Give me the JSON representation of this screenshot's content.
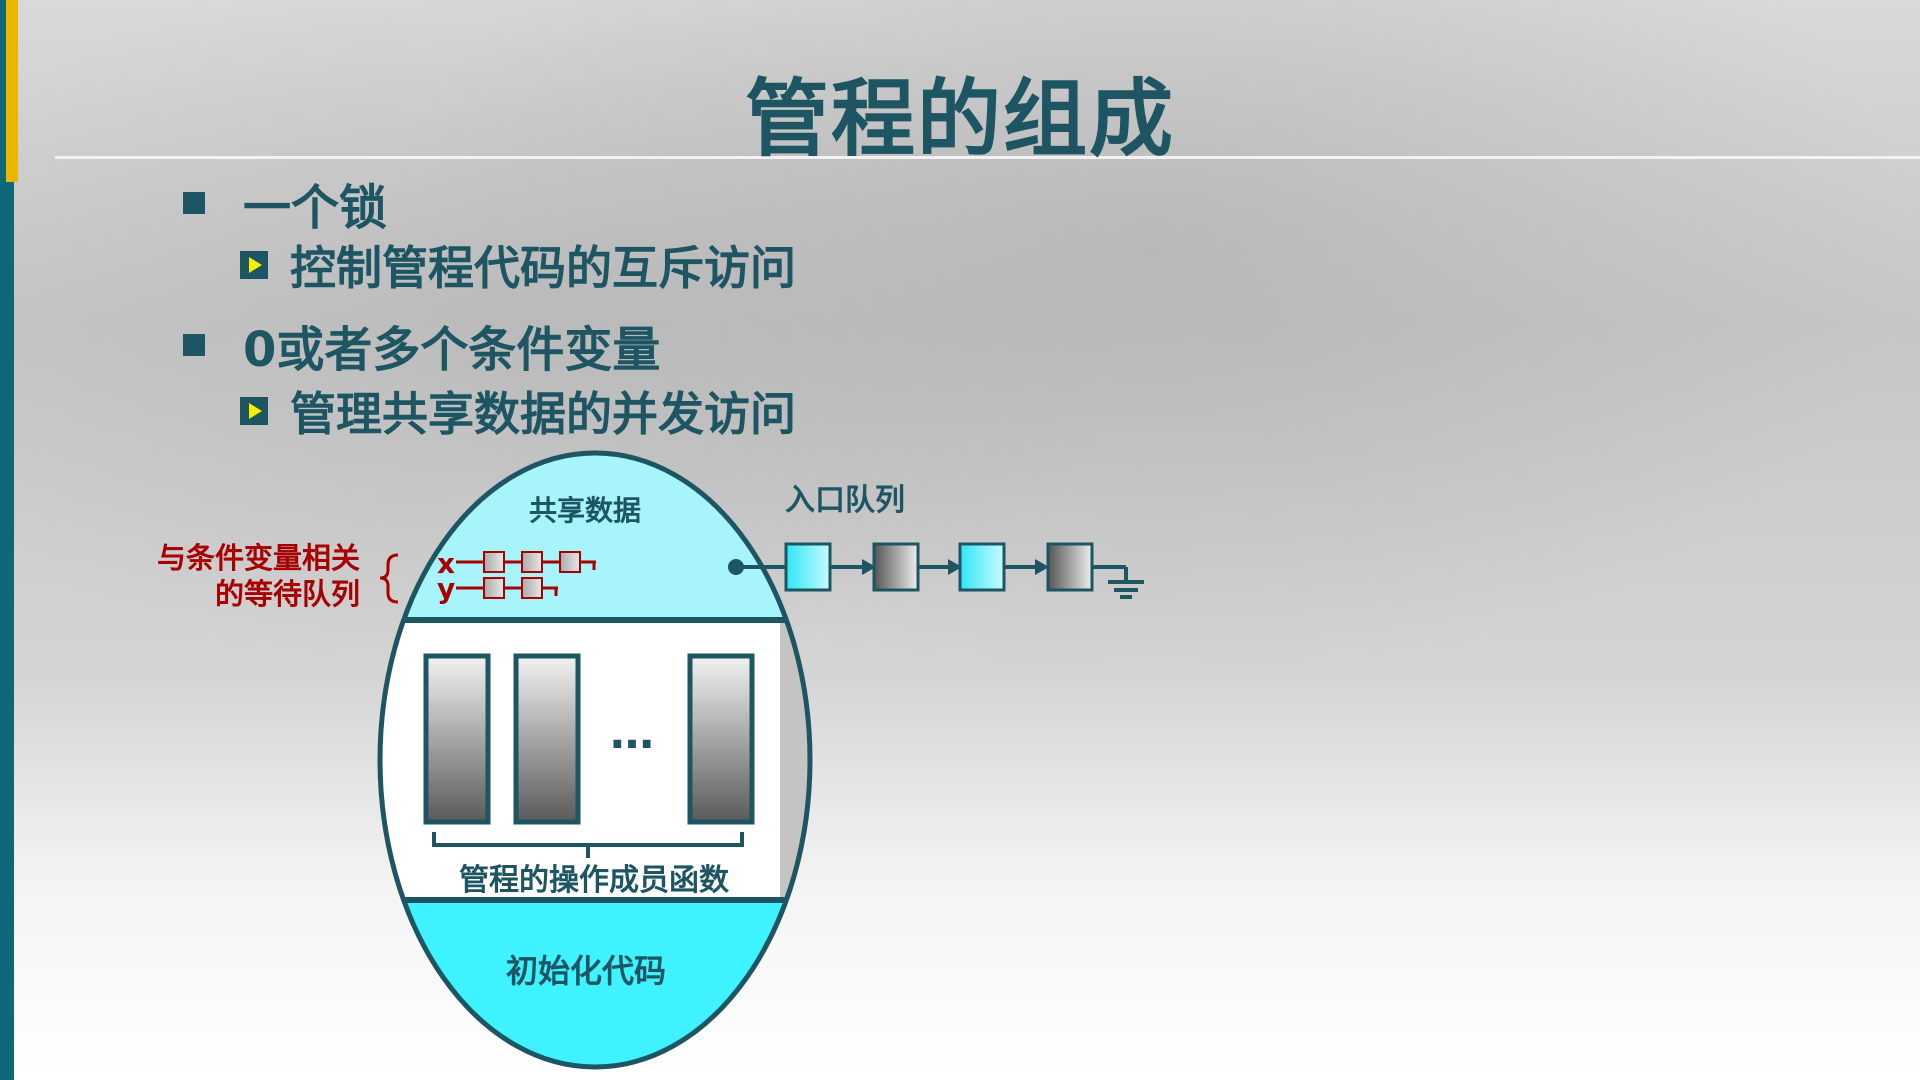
{
  "slide": {
    "title": "管程的组成",
    "bullets": [
      {
        "text": "一个锁",
        "sub": "控制管程代码的互斥访问"
      },
      {
        "text": "0或者多个条件变量",
        "sub": "管理共享数据的并发访问"
      }
    ]
  },
  "diagram": {
    "shared_data_label": "共享数据",
    "condition_queue_label_line1": "与条件变量相关",
    "condition_queue_label_line2": "的等待队列",
    "cond_var_x": "x",
    "cond_var_y": "y",
    "entry_queue_label": "入口队列",
    "ellipsis": "…",
    "member_functions_label": "管程的操作成员函数",
    "init_code_label": "初始化代码"
  },
  "colors": {
    "dark_teal": "#1d5563",
    "cyan": "#3ef2ff",
    "light_cyan": "#a8f4fb",
    "dark_red": "#a80000",
    "accent_yellow": "#e8b800"
  }
}
